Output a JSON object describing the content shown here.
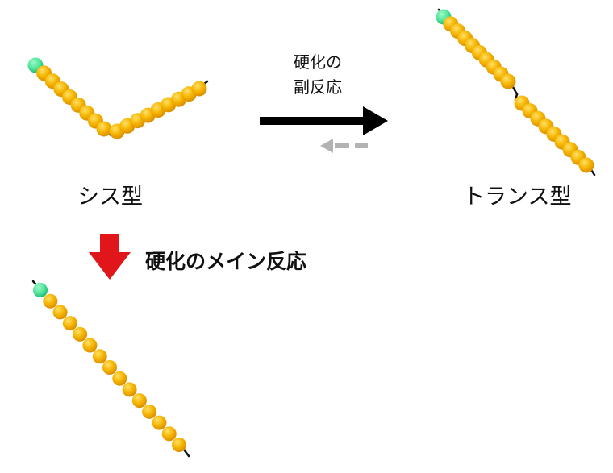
{
  "labels": {
    "cis": "シス型",
    "trans": "トランス型",
    "side_reaction_line1": "硬化の",
    "side_reaction_line2": "副反応",
    "main_reaction": "硬化のメイン反応"
  },
  "colors": {
    "bead": "#f5b400",
    "bead_highlight": "#ffd84a",
    "bead_end": "#4fe39a",
    "bond": "#111111",
    "forward_arrow": "#000000",
    "reverse_arrow": "#b3b3b3",
    "main_arrow": "#e0161b"
  },
  "molecules": {
    "cis": {
      "shape": "bent chain",
      "beads_per_arm": 8
    },
    "trans": {
      "shape": "extended chain",
      "beads_per_segment": 8
    },
    "main_product": {
      "shape": "straight chain",
      "beads": 15
    }
  }
}
